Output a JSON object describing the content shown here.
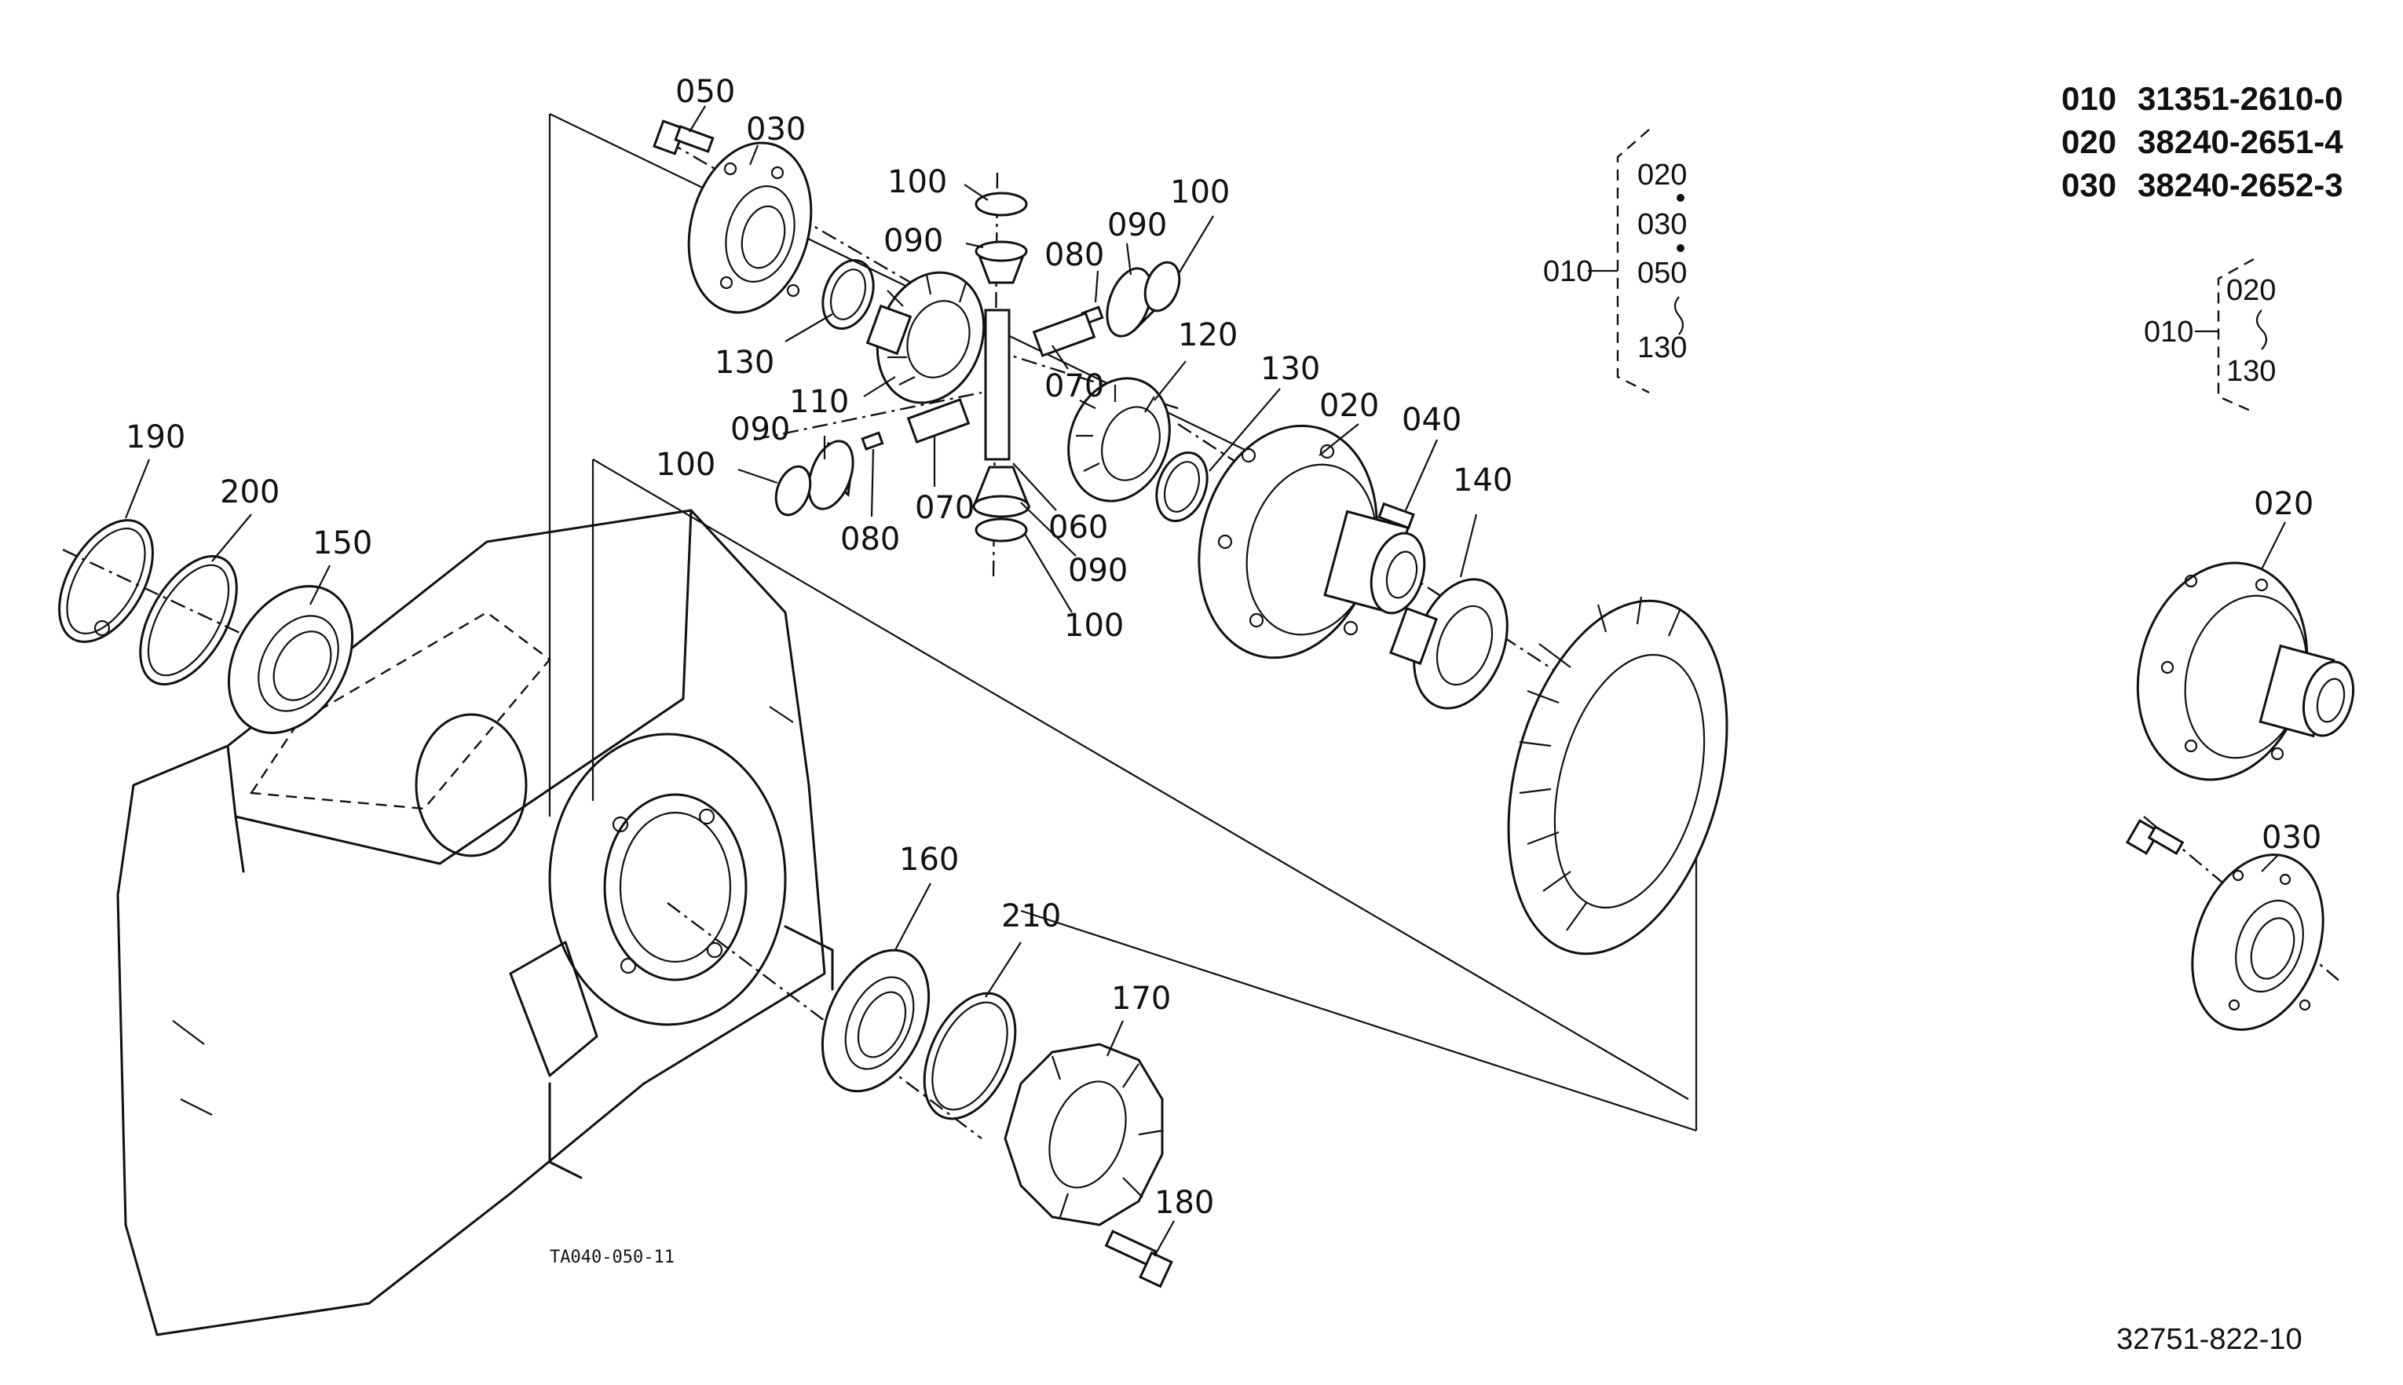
{
  "part_numbers": [
    {
      "ref": "010",
      "number": "31351-2610-0"
    },
    {
      "ref": "020",
      "number": "38240-2651-4"
    },
    {
      "ref": "030",
      "number": "38240-2652-3"
    }
  ],
  "callouts": {
    "c050": "050",
    "c030": "030",
    "c100a": "100",
    "c090a": "090",
    "c080a": "080",
    "c090b": "090",
    "c100b": "100",
    "c130a": "130",
    "c110": "110",
    "c070a": "070",
    "c120": "120",
    "c130b": "130",
    "c020": "020",
    "c040": "040",
    "c140": "140",
    "c090c": "090",
    "c100c": "100",
    "c080b": "080",
    "c070b": "070",
    "c060": "060",
    "c090d": "090",
    "c100d": "100",
    "c190": "190",
    "c200": "200",
    "c150": "150",
    "c160": "160",
    "c210": "210",
    "c170": "170",
    "c180": "180"
  },
  "assembly_group_1": {
    "parent": "010",
    "items": [
      "020",
      "030",
      "050",
      "130"
    ]
  },
  "assembly_group_2": {
    "parent": "010",
    "items": [
      "020",
      "130"
    ]
  },
  "detail_020": "020",
  "detail_030": "030",
  "drawing_code": "TA040-050-11",
  "diagram_number": "32751-822-10"
}
